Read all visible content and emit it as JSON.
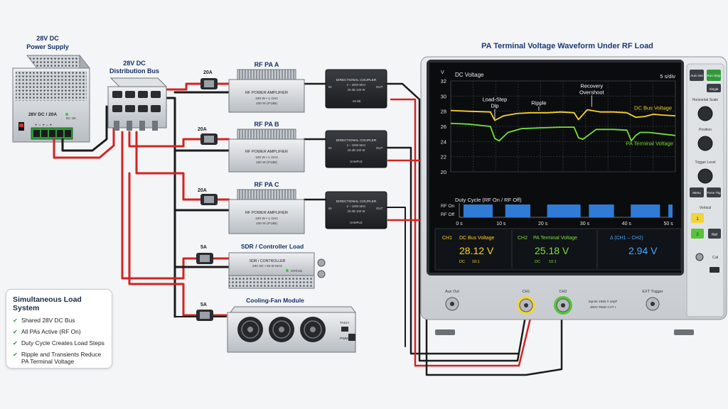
{
  "diagram_title": "PA Terminal Voltage Waveform Under RF Load",
  "power_supply": {
    "title_line1": "28V DC",
    "title_line2": "Power Supply",
    "label": "28V DC / 20A",
    "dc_ok": "DC OK"
  },
  "bus": {
    "title_line1": "28V DC",
    "title_line2": "Distribution Bus"
  },
  "fuses": {
    "pa_a": "20A",
    "pa_b": "20A",
    "pa_c": "20A",
    "sdr": "5A",
    "fan": "5A"
  },
  "amplifiers": [
    {
      "title": "RF PA A",
      "line1": "RF POWER AMPLIFIER",
      "line2": "100 W • 1 GHz",
      "line3": "100 W (P1dB)"
    },
    {
      "title": "RF PA B",
      "line1": "RF POWER AMPLIFIER",
      "line2": "100 W • 1 GHz",
      "line3": "100 W (P1dB)"
    },
    {
      "title": "RF PA C",
      "line1": "RF POWER AMPLIFIER",
      "line2": "100 W • 1 GHz",
      "line3": "100 W (P1dB)"
    }
  ],
  "couplers": [
    {
      "line1": "DIRECTIONAL COUPLER",
      "line2": "2 – 3000 MHz",
      "line3": "20 dB  100 W",
      "port": "-20 dB",
      "in": "IN",
      "out": "OUT"
    },
    {
      "line1": "DIRECTIONAL COUPLER",
      "line2": "2 – 1000 MHz",
      "line3": "20 dB  100 W",
      "port": "SAMPLE",
      "in": "IN",
      "out": "OUT"
    },
    {
      "line1": "DIRECTIONAL COUPLER",
      "line2": "2 – 1000 MHz",
      "line3": "20 dB  100 W",
      "port": "SAMPLE",
      "in": "IN",
      "out": "OUT"
    }
  ],
  "sdr": {
    "title": "SDR / Controller Load",
    "line1": "SDR / CONTROLLER",
    "line2": "28V DC • 60 W MAX",
    "status": "STATUS"
  },
  "fan": {
    "title": "Cooling-Fan Module",
    "tach": "TACH",
    "pwm": "PWM"
  },
  "summary": {
    "title": "Simultaneous Load System",
    "items": [
      "Shared 28V DC Bus",
      "All PAs Active (RF On)",
      "Duty Cycle Creates Load Steps",
      "Ripple and Transients Reduce PA Terminal Voltage"
    ]
  },
  "scope": {
    "buttons": {
      "auto_set": "Auto Set",
      "run_stop": "Run Stop",
      "single": "Single",
      "menu": "Menu",
      "force_trig": "Force Trig",
      "one": "1",
      "two": "2",
      "ref": "Ref"
    },
    "knob_labels": {
      "horizontal": "Horizontal Scale",
      "position": "Position",
      "trigger": "Trigger Level",
      "vertical": "Vertical"
    },
    "cal": "Cal",
    "front": {
      "aux_out": "Aux Out",
      "ch1": "CH1",
      "ch2": "CH2",
      "inputs": "Inputs 1MΩ // 16pF",
      "inputs2": "300V RMS CAT I",
      "ext_trigger": "EXT Trigger"
    },
    "readouts": [
      {
        "channel": "CH1",
        "label": "DC Bus Voltage",
        "value": "28.12 V",
        "sub1": "DC",
        "sub2": "10:1",
        "color": "#ffd21a"
      },
      {
        "channel": "CH2",
        "label": "PA Terminal Voltage",
        "value": "25.18 V",
        "sub1": "DC",
        "sub2": "10:1",
        "color": "#7ee03a"
      },
      {
        "channel": "",
        "label": "Δ (CH1 – CH2)",
        "value": "2.94 V",
        "sub1": "",
        "sub2": "",
        "color": "#4aa8ff"
      }
    ]
  },
  "chart_data": [
    {
      "type": "line",
      "title": "DC Voltage",
      "ylabel": "V",
      "xlabel": "",
      "time_scale": "5 s/div",
      "ylim": [
        20,
        32
      ],
      "xlim": [
        0,
        51
      ],
      "y_ticks": [
        20,
        22,
        24,
        26,
        28,
        30,
        32
      ],
      "grid": true,
      "annotations": [
        {
          "text": "Load-Step Dip",
          "x": 10,
          "y": 26.8
        },
        {
          "text": "Ripple",
          "x": 20,
          "y": 27.9
        },
        {
          "text": "Recovery Overshoot",
          "x": 32,
          "y": 28.4
        }
      ],
      "series": [
        {
          "name": "DC Bus Voltage",
          "color": "#f4d428",
          "x": [
            0,
            4,
            9,
            10,
            12,
            15,
            18,
            20,
            22,
            25,
            28,
            29,
            31,
            34,
            37,
            40,
            42,
            44,
            46,
            48,
            51
          ],
          "y": [
            28.1,
            28.0,
            27.9,
            26.8,
            27.4,
            27.7,
            27.8,
            27.8,
            27.8,
            27.9,
            27.8,
            26.9,
            28.2,
            27.9,
            27.9,
            27.8,
            27.2,
            27.3,
            27.6,
            27.5,
            27.4
          ]
        },
        {
          "name": "PA Terminal Voltage",
          "color": "#74e030",
          "x": [
            0,
            4,
            9,
            10,
            11,
            13,
            16,
            20,
            25,
            28,
            29,
            30,
            33,
            37,
            40,
            41,
            42,
            43,
            45,
            48,
            51
          ],
          "y": [
            26.4,
            26.3,
            26.0,
            24.4,
            24.1,
            25.2,
            25.7,
            25.8,
            25.9,
            25.9,
            24.5,
            24.3,
            25.6,
            25.6,
            25.5,
            24.1,
            24.8,
            25.2,
            25.2,
            25.0,
            24.8
          ]
        }
      ]
    },
    {
      "type": "area",
      "title": "Duty Cycle (RF On / RF Off)",
      "y_labels": [
        "RF On",
        "RF Off"
      ],
      "x_ticks": [
        "0 s",
        "10 s",
        "20 s",
        "30 s",
        "40 s",
        "50 s"
      ],
      "xlim": [
        0,
        51
      ],
      "pulses": [
        [
          1,
          8
        ],
        [
          11,
          17
        ],
        [
          21,
          29
        ],
        [
          31,
          37
        ],
        [
          41,
          48
        ],
        [
          50,
          51
        ]
      ]
    }
  ]
}
